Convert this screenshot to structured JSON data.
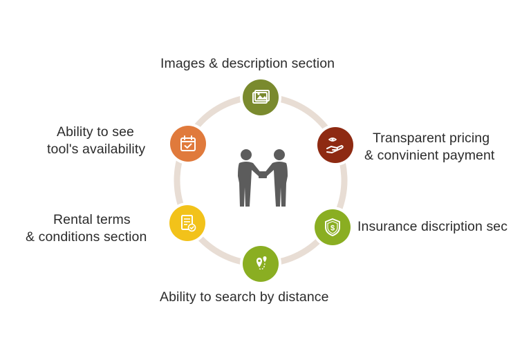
{
  "colors": {
    "ring": "#e8ddd4",
    "images_node": "#7a8a2e",
    "pricing_node": "#8e2a12",
    "insurance_node": "#8aae22",
    "distance_node": "#8aae22",
    "rental_node": "#f2c21a",
    "availability_node": "#e07a3c",
    "people": "#5c5c5c"
  },
  "features": {
    "images": {
      "label": "Images & description section",
      "icon": "images-icon"
    },
    "pricing": {
      "line1": "Transparent pricing",
      "line2": "& convinient payment",
      "icon": "money-hand-icon"
    },
    "insurance": {
      "label": "Insurance discription sec",
      "icon": "shield-dollar-icon"
    },
    "distance": {
      "label": "Ability to search by distance",
      "icon": "map-pins-icon"
    },
    "rental": {
      "line1": "Rental terms",
      "line2": "& conditions section",
      "icon": "document-check-icon"
    },
    "availability": {
      "line1": "Ability to see",
      "line2": "tool's availability",
      "icon": "calendar-check-icon"
    }
  },
  "center": {
    "icon": "handshake-people-icon"
  }
}
